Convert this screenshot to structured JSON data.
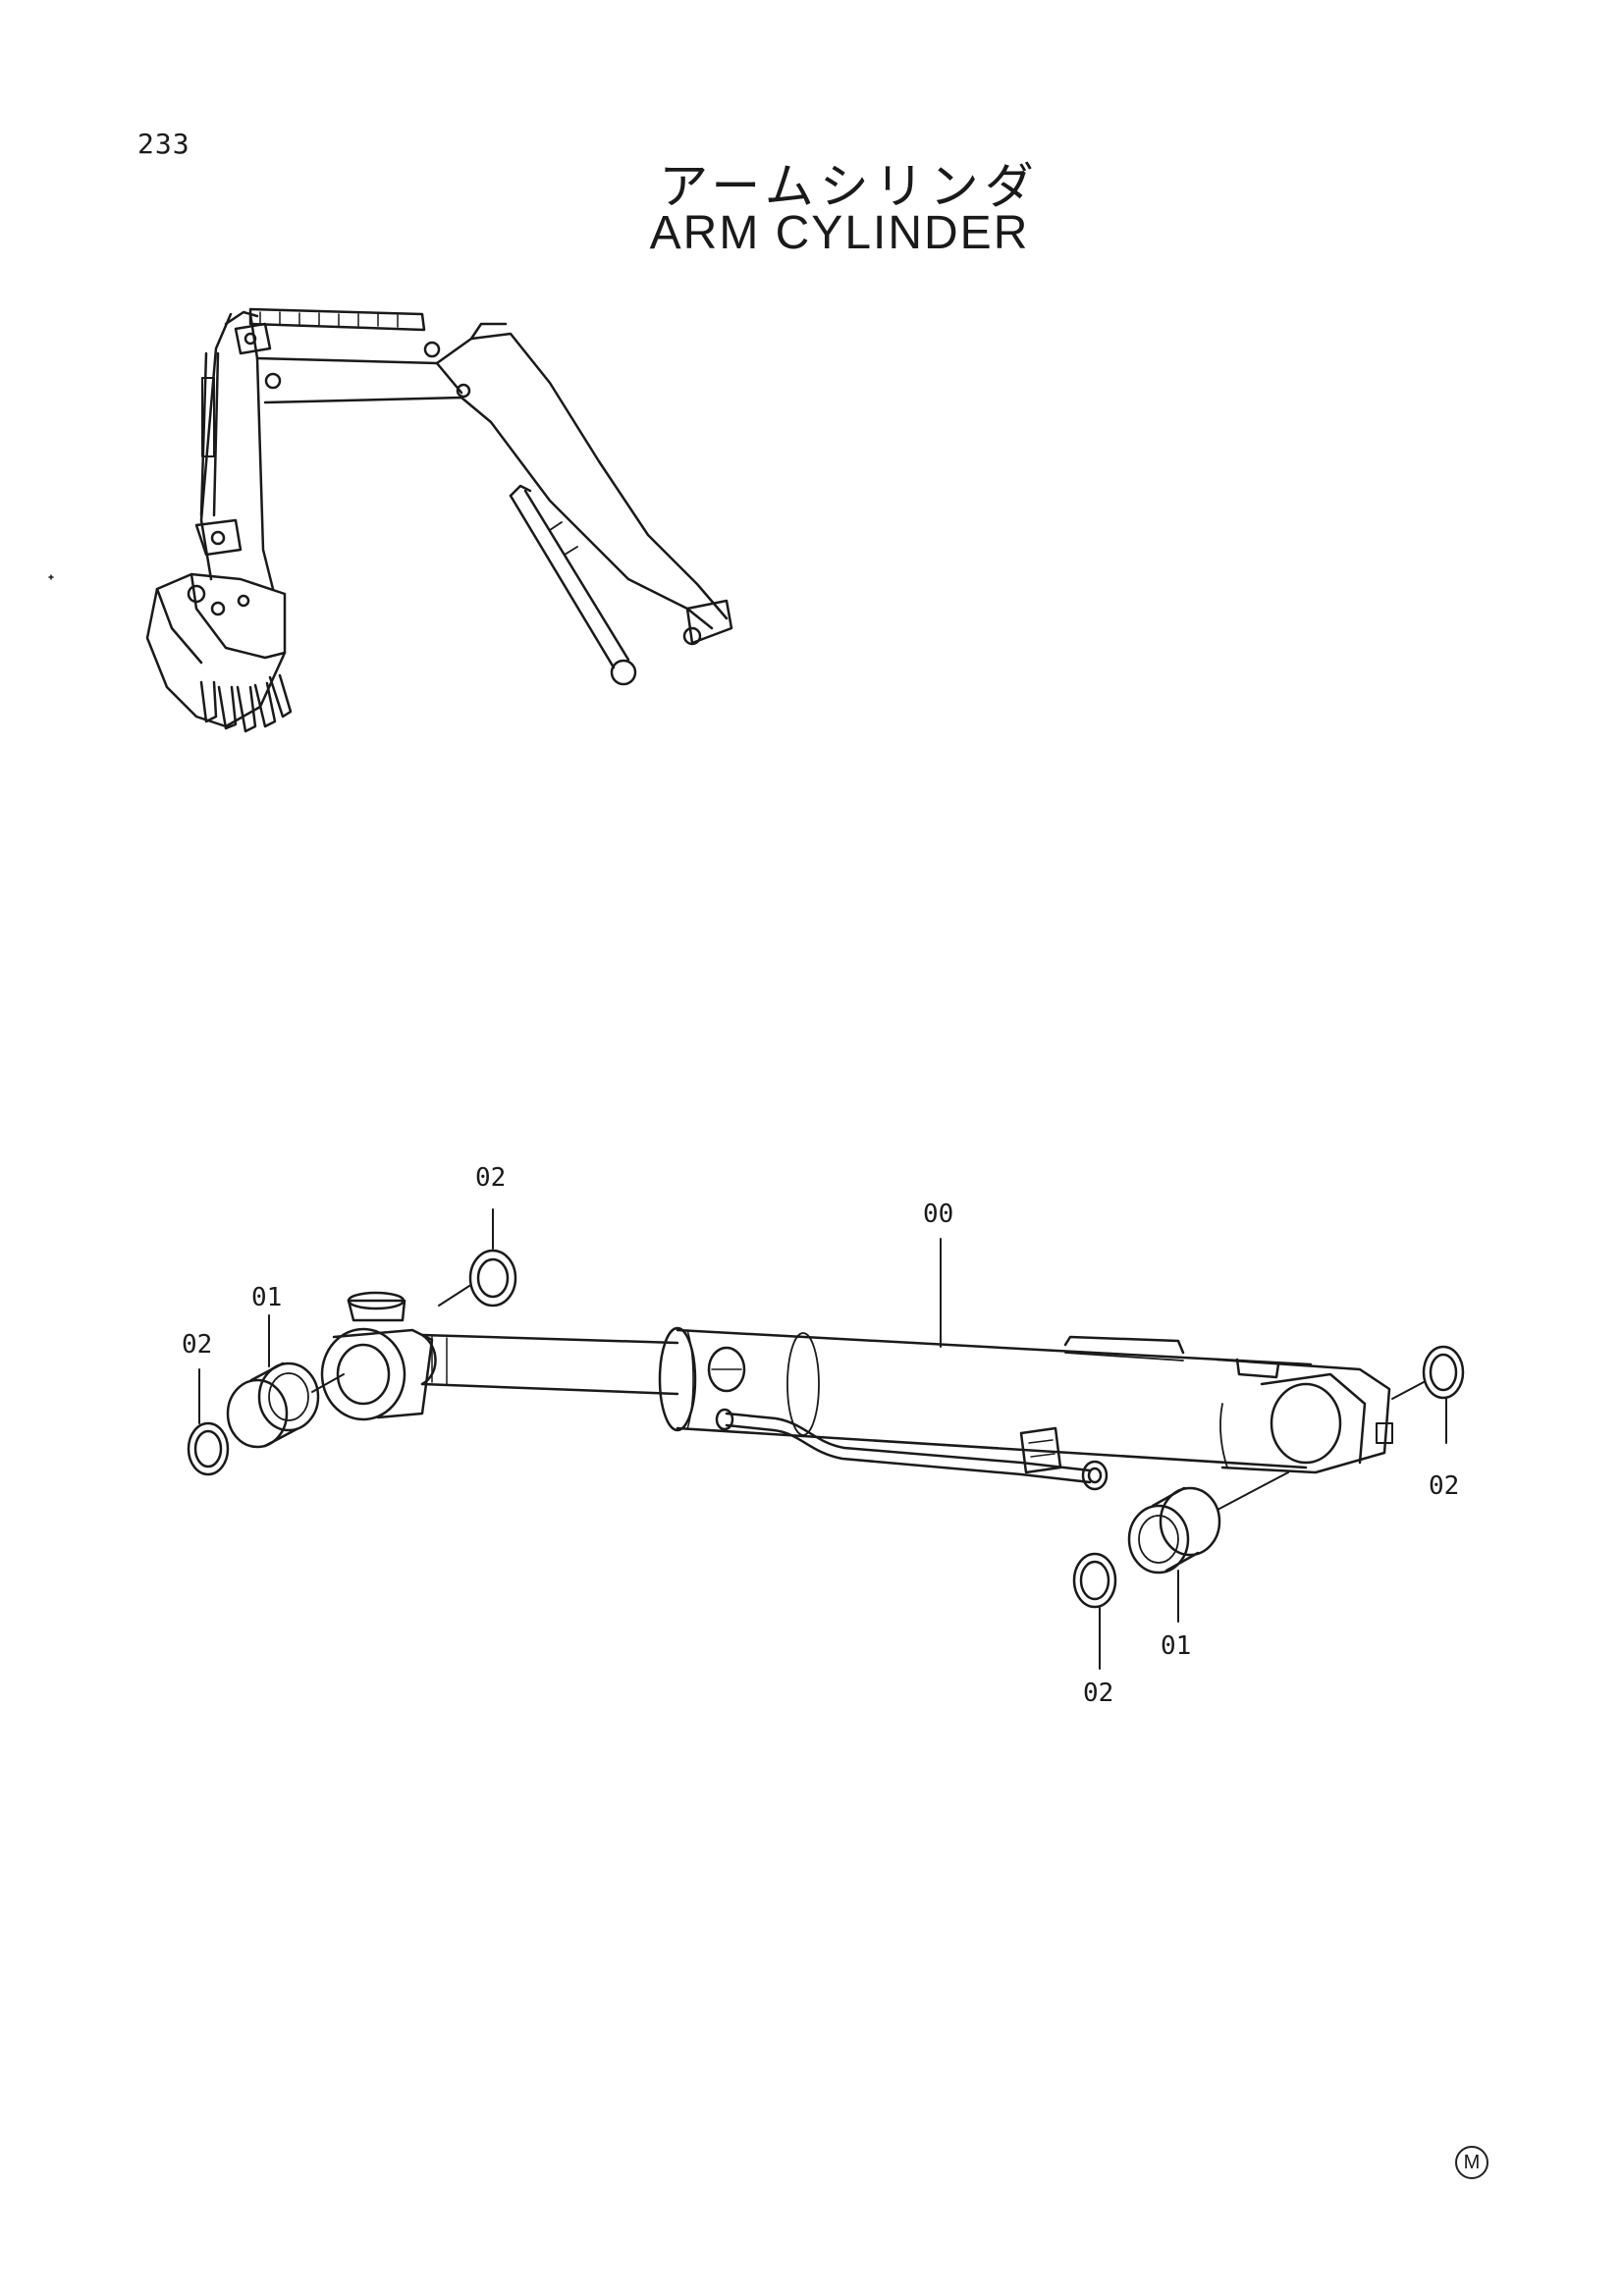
{
  "page": {
    "number": "233",
    "title_jp": "アームシリンダ",
    "title_en": "ARM CYLINDER",
    "corner_mark": "M"
  },
  "callouts": [
    {
      "id": "c-02-top",
      "label": "02"
    },
    {
      "id": "c-00",
      "label": "00"
    },
    {
      "id": "c-01-left",
      "label": "01"
    },
    {
      "id": "c-02-left",
      "label": "02"
    },
    {
      "id": "c-02-right",
      "label": "02"
    },
    {
      "id": "c-01-bottom",
      "label": "01"
    },
    {
      "id": "c-02-bottom",
      "label": "02"
    }
  ],
  "icons": [
    "excavator-arm-illustration",
    "arm-cylinder-illustration",
    "circled-m-mark"
  ]
}
